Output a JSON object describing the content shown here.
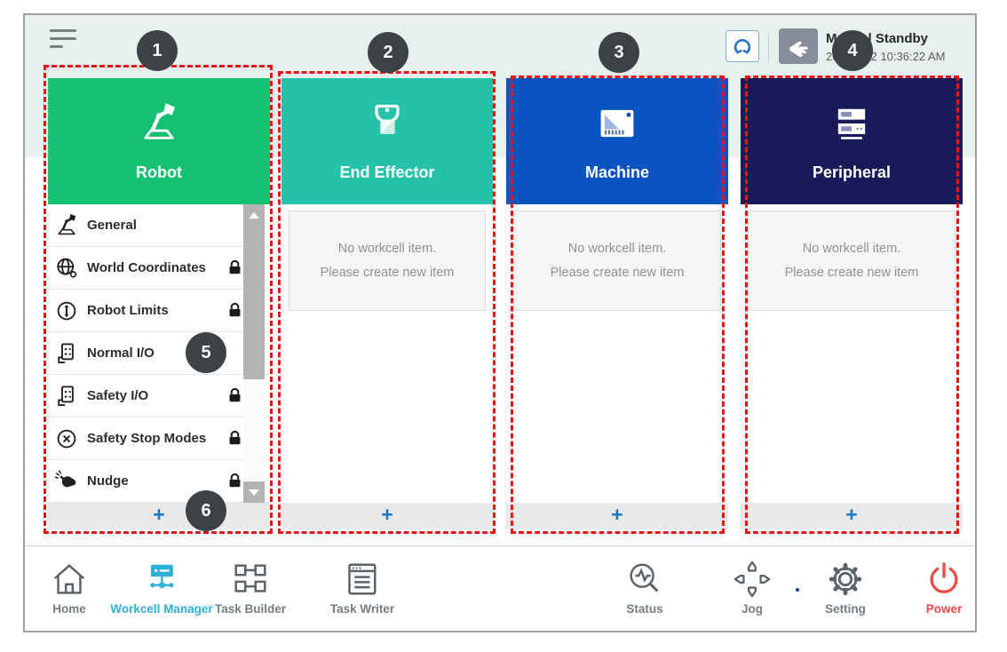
{
  "topbar": {
    "mode_label": "Manual Standby",
    "timestamp": "2022.2.22 10:36:22 AM"
  },
  "annotations": [
    {
      "label": "1"
    },
    {
      "label": "2"
    },
    {
      "label": "3"
    },
    {
      "label": "4"
    },
    {
      "label": "5"
    },
    {
      "label": "6"
    }
  ],
  "columns": [
    {
      "title": "Robot",
      "color": "#14c173",
      "add_label": "+",
      "items": [
        {
          "label": "General",
          "locked": false
        },
        {
          "label": "World Coordinates",
          "locked": true
        },
        {
          "label": "Robot Limits",
          "locked": true
        },
        {
          "label": "Normal I/O",
          "locked": false
        },
        {
          "label": "Safety I/O",
          "locked": true
        },
        {
          "label": "Safety Stop Modes",
          "locked": true
        },
        {
          "label": "Nudge",
          "locked": true
        }
      ]
    },
    {
      "title": "End Effector",
      "color": "#25c1a9",
      "add_label": "+",
      "empty_line1": "No workcell item.",
      "empty_line2": "Please create new item"
    },
    {
      "title": "Machine",
      "color": "#0a53c0",
      "add_label": "+",
      "empty_line1": "No workcell item.",
      "empty_line2": "Please create new item"
    },
    {
      "title": "Peripheral",
      "color": "#181a5a",
      "add_label": "+",
      "empty_line1": "No workcell item.",
      "empty_line2": "Please create new item"
    }
  ],
  "nav": {
    "items": [
      {
        "label": "Home",
        "active": false
      },
      {
        "label": "Workcell Manager",
        "active": true
      },
      {
        "label": "Task Builder",
        "active": false
      },
      {
        "label": "Task Writer",
        "active": false
      },
      {
        "label": "Status",
        "active": false
      },
      {
        "label": "Jog",
        "active": false
      },
      {
        "label": "Setting",
        "active": false
      },
      {
        "label": "Power",
        "active": false
      }
    ]
  },
  "colors": {
    "accent_active": "#2fb0d8",
    "power_red": "#ef4b46",
    "annotation_red": "#e81515",
    "topband": "#e7f0ec",
    "plus_blue": "#1878c8"
  }
}
